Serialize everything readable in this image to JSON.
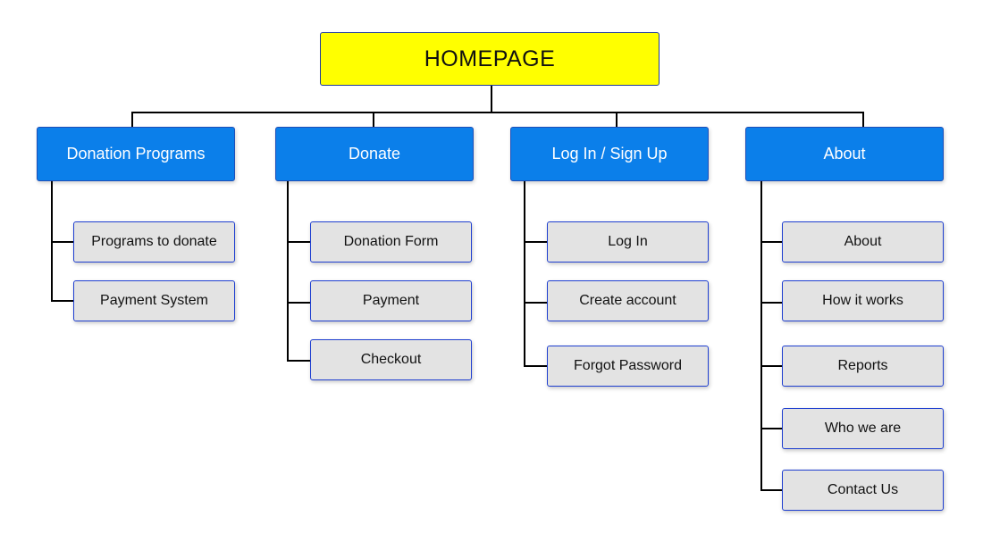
{
  "root": {
    "label": "HOMEPAGE"
  },
  "categories": [
    {
      "label": "Donation Programs",
      "items": [
        "Programs to donate",
        "Payment System"
      ]
    },
    {
      "label": "Donate",
      "items": [
        "Donation Form",
        "Payment",
        "Checkout"
      ]
    },
    {
      "label": "Log In / Sign Up",
      "items": [
        "Log In",
        "Create account",
        "Forgot Password"
      ]
    },
    {
      "label": "About",
      "items": [
        "About",
        "How it works",
        "Reports",
        "Who we are",
        "Contact Us"
      ]
    }
  ],
  "colors": {
    "root_fill": "#ffff00",
    "category_fill": "#0b7fea",
    "item_fill": "#e3e3e3",
    "item_border": "#1f3fd0",
    "connector": "#000000"
  }
}
